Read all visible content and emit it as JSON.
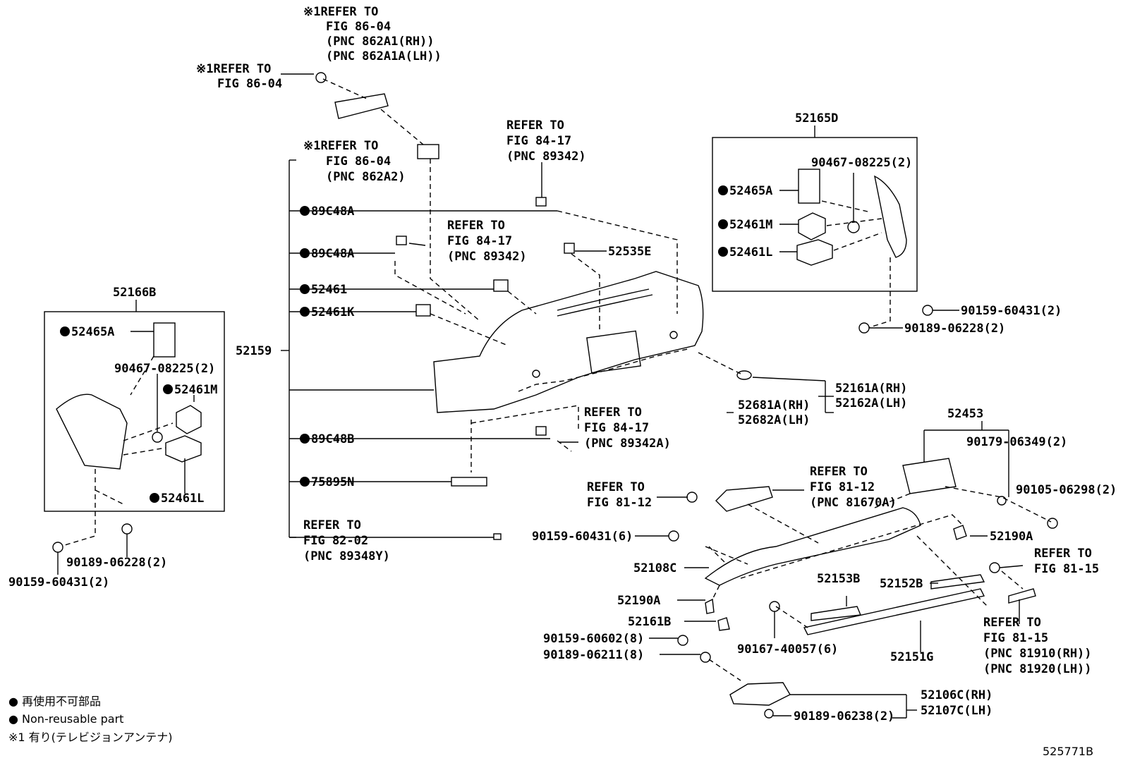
{
  "labels": {
    "p52165D": "52165D",
    "p52166B": "52166B",
    "p52159": "52159",
    "p52453": "52453",
    "b52465A_r": "52465A",
    "b52461M_r": "52461M",
    "b52461L_r": "52461L",
    "b52465A_l": "52465A",
    "b52461M_l": "52461M",
    "b52461L_l": "52461L",
    "b89C48A_1": "89C48A",
    "b89C48A_2": "89C48A",
    "b52461": "52461",
    "b52461K": "52461K",
    "b89C48B": "89C48B",
    "b75895N": "75895N",
    "p90467_r": "90467-08225(2)",
    "p90467_l": "90467-08225(2)",
    "p90159_60431_r": "90159-60431(2)",
    "p90189_06228_r": "90189-06228(2)",
    "p90189_06228_l": "90189-06228(2)",
    "p90159_60431_l": "90159-60431(2)",
    "p52535E": "52535E",
    "p52161A": "52161A(RH)",
    "p52162A": "52162A(LH)",
    "p52681A": "52681A(RH)",
    "p52682A": "52682A(LH)",
    "p90179": "90179-06349(2)",
    "p90105": "90105-06298(2)",
    "p52190A_r": "52190A",
    "p90159_60431_6": "90159-60431(6)",
    "p52108C": "52108C",
    "p52190A_l": "52190A",
    "p52161B": "52161B",
    "p90159_60602": "90159-60602(8)",
    "p90189_06211": "90189-06211(8)",
    "p52153B": "52153B",
    "p52152B": "52152B",
    "p90167": "90167-40057(6)",
    "p52151G": "52151G",
    "p52106C": "52106C(RH)",
    "p52107C": "52107C(LH)",
    "p90189_06238": "90189-06238(2)"
  },
  "refs": {
    "r1_l1": "※1REFER TO",
    "r1_l2": "FIG 86-04",
    "r1_l3": "(PNC 862A1(RH))",
    "r1_l4": "(PNC 862A1A(LH))",
    "r2_l1": "※1REFER TO",
    "r2_l2": "FIG 86-04",
    "r3_l1": "※1REFER TO",
    "r3_l2": "FIG 86-04",
    "r3_l3": "(PNC 862A2)",
    "r4_l1": "REFER TO",
    "r4_l2": "FIG 84-17",
    "r4_l3": "(PNC 89342)",
    "r5_l1": "REFER TO",
    "r5_l2": "FIG 84-17",
    "r5_l3": "(PNC 89342)",
    "r6_l1": "REFER TO",
    "r6_l2": "FIG 84-17",
    "r6_l3": "(PNC 89342A)",
    "r7_l1": "REFER TO",
    "r7_l2": "FIG 82-02",
    "r7_l3": "(PNC 89348Y)",
    "r8_l1": "REFER TO",
    "r8_l2": "FIG 81-12",
    "r9_l1": "REFER TO",
    "r9_l2": "FIG 81-12",
    "r9_l3": "(PNC 81670A)",
    "r10_l1": "REFER TO",
    "r10_l2": "FIG 81-15",
    "r11_l1": "REFER TO",
    "r11_l2": "FIG 81-15",
    "r11_l3": "(PNC 81910(RH))",
    "r11_l4": "(PNC 81920(LH))"
  },
  "legend": {
    "line1": "● 再使用不可部品",
    "line2": "● Non-reusable part",
    "line3": "※1 有り(テレビジョンアンテナ)"
  },
  "figure_id": "525771B"
}
